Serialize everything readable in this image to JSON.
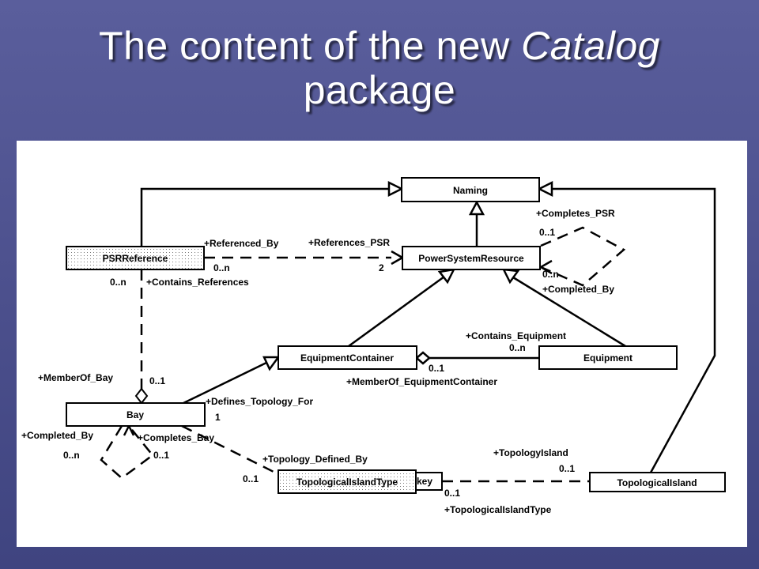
{
  "slide": {
    "title_line1_a": "The content of the new ",
    "title_line1_b": "Catalog",
    "title_line2": "package"
  },
  "classes": {
    "naming": "Naming",
    "psr": "PowerSystemResource",
    "psrref": "PSRReference",
    "equip_container": "EquipmentContainer",
    "equipment": "Equipment",
    "bay": "Bay",
    "topo_island_type": "TopologicalIslandType",
    "key_tag": "key",
    "topo_island": "TopologicalIsland"
  },
  "labels": {
    "completes_psr": "+Completes_PSR",
    "m_psr_self_top": "0..1",
    "m_psr_self_bottom": "0..n",
    "completed_by_psr": "+Completed_By",
    "referenced_by": "+Referenced_By",
    "references_psr": "+References_PSR",
    "m_ref_left": "0..n",
    "m_ref_right": "2",
    "m_contains_refs": "0..n",
    "contains_references": "+Contains_References",
    "contains_equipment": "+Contains_Equipment",
    "m_contains_equip": "0..n",
    "m_member_equip": "0..1",
    "memberof_equip_container": "+MemberOf_EquipmentContainer",
    "memberof_bay": "+MemberOf_Bay",
    "m_memberof_bay": "0..1",
    "defines_topology_for": "+Defines_Topology_For",
    "m_defines": "1",
    "completed_by_bay": "+Completed_By",
    "completes_bay": "+Completes_Bay",
    "m_bay_self_left": "0..n",
    "m_bay_self_right": "0..1",
    "topology_defined_by": "+Topology_Defined_By",
    "m_topology_defined": "0..1",
    "topology_island": "+TopologyIsland",
    "m_topology_island": "0..1",
    "m_topo_type": "0..1",
    "topological_island_type": "+TopologicalIslandType"
  }
}
